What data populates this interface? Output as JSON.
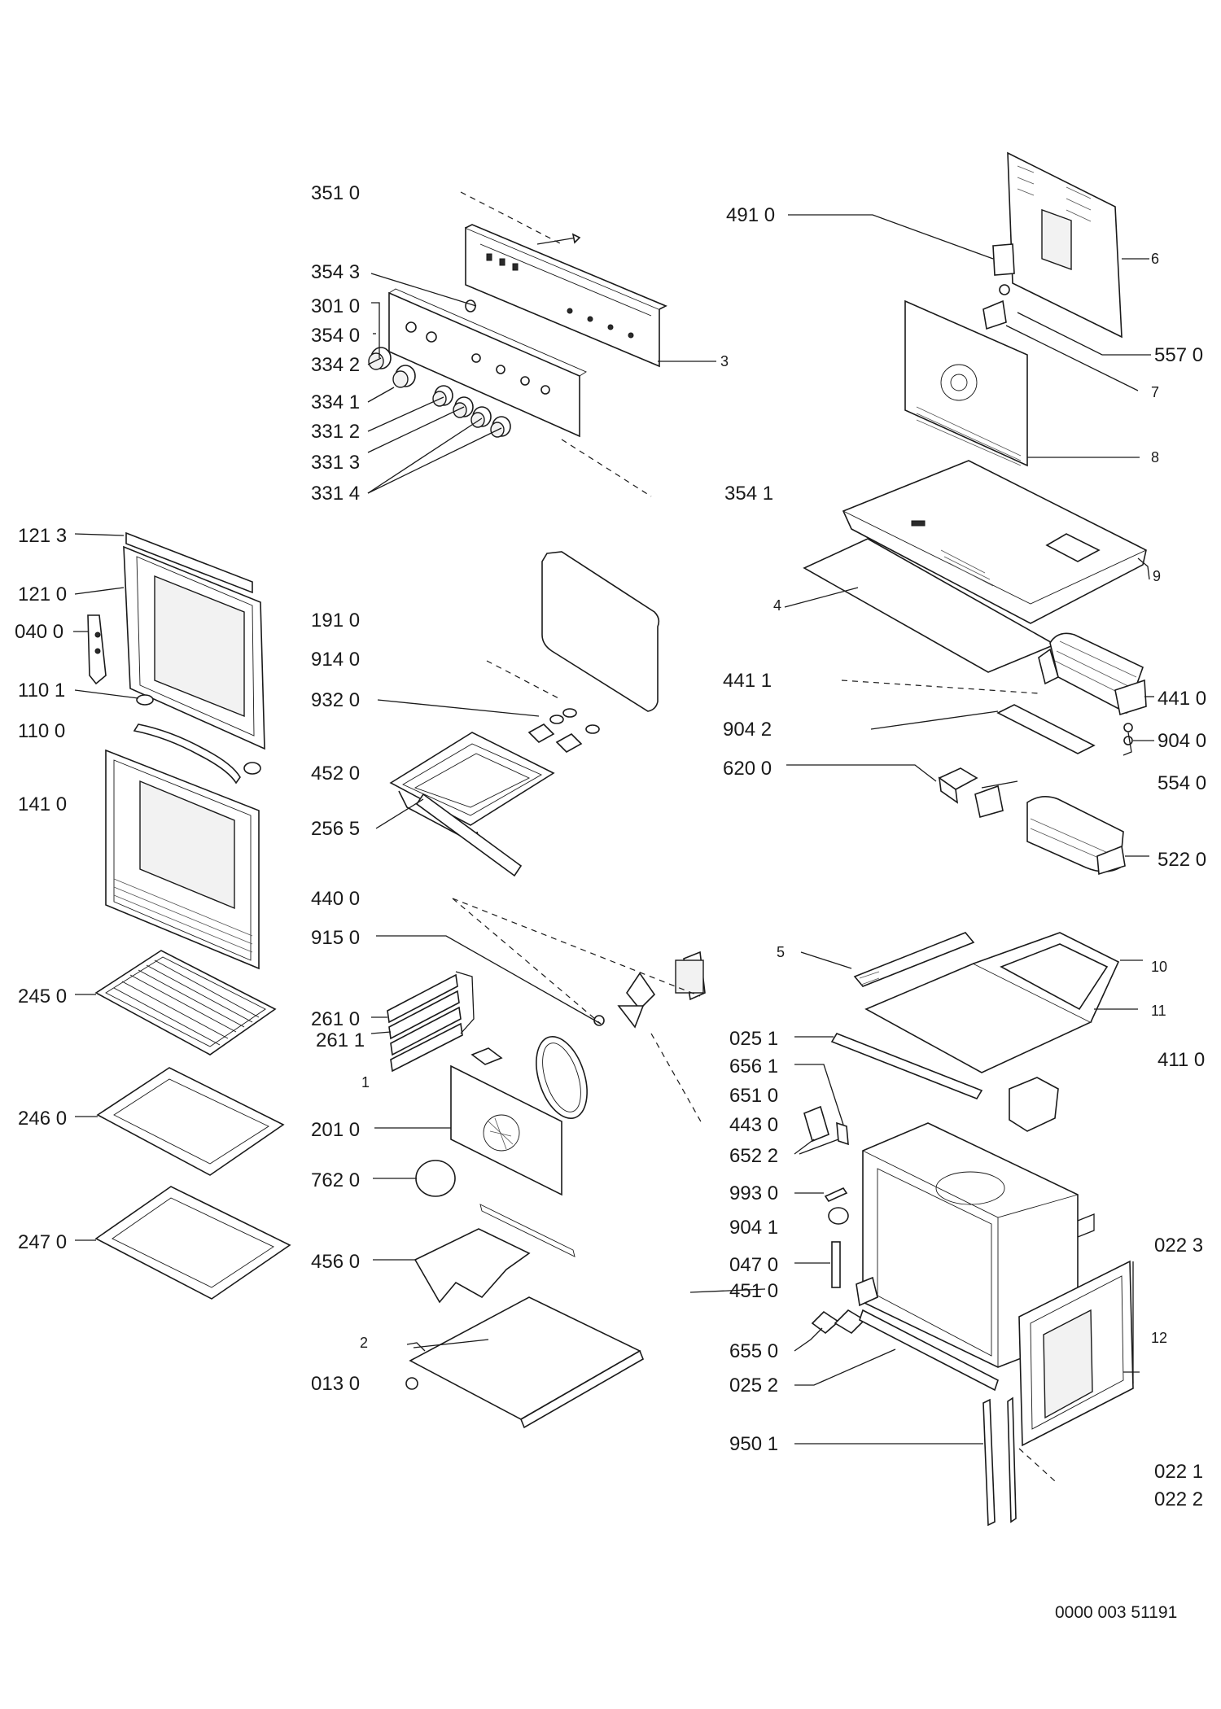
{
  "diagram": {
    "labels": [
      {
        "id": "p3510",
        "text": "351 0"
      },
      {
        "id": "p3543",
        "text": "354 3"
      },
      {
        "id": "p3010",
        "text": "301 0"
      },
      {
        "id": "p3540",
        "text": "354 0"
      },
      {
        "id": "p3342",
        "text": "334 2"
      },
      {
        "id": "p3341",
        "text": "334 1"
      },
      {
        "id": "p3312",
        "text": "331 2"
      },
      {
        "id": "p3313",
        "text": "331 3"
      },
      {
        "id": "p3314",
        "text": "331 4"
      },
      {
        "id": "n3",
        "text": "3"
      },
      {
        "id": "p4910",
        "text": "491 0"
      },
      {
        "id": "n6",
        "text": "6"
      },
      {
        "id": "p5570",
        "text": "557 0"
      },
      {
        "id": "n7",
        "text": "7"
      },
      {
        "id": "n8",
        "text": "8"
      },
      {
        "id": "p3541",
        "text": "354 1"
      },
      {
        "id": "n9",
        "text": "9"
      },
      {
        "id": "n4",
        "text": "4"
      },
      {
        "id": "p1213",
        "text": "121 3"
      },
      {
        "id": "p1210",
        "text": "121 0"
      },
      {
        "id": "p0400",
        "text": "040 0"
      },
      {
        "id": "p1101",
        "text": "110 1"
      },
      {
        "id": "p1100",
        "text": "110 0"
      },
      {
        "id": "p1410",
        "text": "141 0"
      },
      {
        "id": "p1910",
        "text": "191 0"
      },
      {
        "id": "p9140",
        "text": "914 0"
      },
      {
        "id": "p9320",
        "text": "932 0"
      },
      {
        "id": "p4520",
        "text": "452 0"
      },
      {
        "id": "p2565",
        "text": "256 5"
      },
      {
        "id": "p4411",
        "text": "441 1"
      },
      {
        "id": "p4410",
        "text": "441 0"
      },
      {
        "id": "p9042",
        "text": "904 2"
      },
      {
        "id": "p9040",
        "text": "904 0"
      },
      {
        "id": "p6200",
        "text": "620 0"
      },
      {
        "id": "p5540",
        "text": "554 0"
      },
      {
        "id": "p5220",
        "text": "522 0"
      },
      {
        "id": "p4400",
        "text": "440 0"
      },
      {
        "id": "p9150",
        "text": "915 0"
      },
      {
        "id": "p2450",
        "text": "245 0"
      },
      {
        "id": "p2610",
        "text": "261 0"
      },
      {
        "id": "p2611",
        "text": "261 1"
      },
      {
        "id": "n1",
        "text": "1"
      },
      {
        "id": "n5",
        "text": "5"
      },
      {
        "id": "n10",
        "text": "10"
      },
      {
        "id": "n11",
        "text": "11"
      },
      {
        "id": "p0251",
        "text": "025 1"
      },
      {
        "id": "p4110",
        "text": "411 0"
      },
      {
        "id": "p6561",
        "text": "656 1"
      },
      {
        "id": "p6510",
        "text": "651 0"
      },
      {
        "id": "p4430",
        "text": "443 0"
      },
      {
        "id": "p6522",
        "text": "652 2"
      },
      {
        "id": "p2460",
        "text": "246 0"
      },
      {
        "id": "p2010",
        "text": "201 0"
      },
      {
        "id": "p7620",
        "text": "762 0"
      },
      {
        "id": "p9930",
        "text": "993 0"
      },
      {
        "id": "p9041",
        "text": "904 1"
      },
      {
        "id": "p2470",
        "text": "247 0"
      },
      {
        "id": "p4560",
        "text": "456 0"
      },
      {
        "id": "p0470",
        "text": "047 0"
      },
      {
        "id": "p0223",
        "text": "022 3"
      },
      {
        "id": "p4510",
        "text": "451 0"
      },
      {
        "id": "n12",
        "text": "12"
      },
      {
        "id": "n2",
        "text": "2"
      },
      {
        "id": "p6550",
        "text": "655 0"
      },
      {
        "id": "p0130",
        "text": "013 0"
      },
      {
        "id": "p0252",
        "text": "025 2"
      },
      {
        "id": "p9501",
        "text": "950 1"
      },
      {
        "id": "p0221",
        "text": "022 1"
      },
      {
        "id": "p0222",
        "text": "022 2"
      }
    ],
    "reference": "0000 003 51191"
  }
}
